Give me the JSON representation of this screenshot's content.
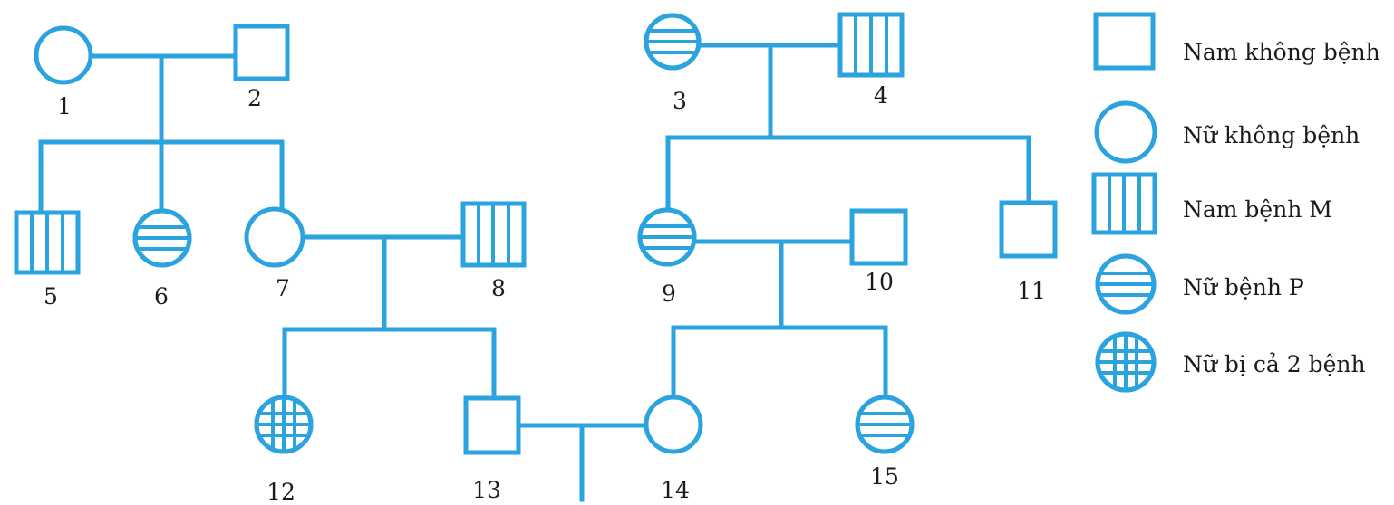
{
  "colors": {
    "line": "#2aa3df",
    "text": "#1b1b1b",
    "background": "#ffffff"
  },
  "individuals": [
    {
      "id": "1",
      "sex": "female",
      "status": "unaffected"
    },
    {
      "id": "2",
      "sex": "male",
      "status": "unaffected"
    },
    {
      "id": "3",
      "sex": "female",
      "status": "disease-P"
    },
    {
      "id": "4",
      "sex": "male",
      "status": "disease-M"
    },
    {
      "id": "5",
      "sex": "male",
      "status": "disease-M"
    },
    {
      "id": "6",
      "sex": "female",
      "status": "disease-P"
    },
    {
      "id": "7",
      "sex": "female",
      "status": "unaffected"
    },
    {
      "id": "8",
      "sex": "male",
      "status": "disease-M"
    },
    {
      "id": "9",
      "sex": "female",
      "status": "disease-P"
    },
    {
      "id": "10",
      "sex": "male",
      "status": "unaffected"
    },
    {
      "id": "11",
      "sex": "male",
      "status": "unaffected"
    },
    {
      "id": "12",
      "sex": "female",
      "status": "both"
    },
    {
      "id": "13",
      "sex": "male",
      "status": "unaffected"
    },
    {
      "id": "14",
      "sex": "female",
      "status": "unaffected"
    },
    {
      "id": "15",
      "sex": "female",
      "status": "disease-P"
    }
  ],
  "legend": [
    {
      "symbol": "male-unaffected",
      "label": "Nam không bệnh"
    },
    {
      "symbol": "female-unaffected",
      "label": "Nữ không bệnh"
    },
    {
      "symbol": "male-disease-M",
      "label": "Nam bệnh M"
    },
    {
      "symbol": "female-disease-P",
      "label": "Nữ  bệnh P"
    },
    {
      "symbol": "female-both",
      "label": "Nữ bị cả 2 bệnh"
    }
  ]
}
